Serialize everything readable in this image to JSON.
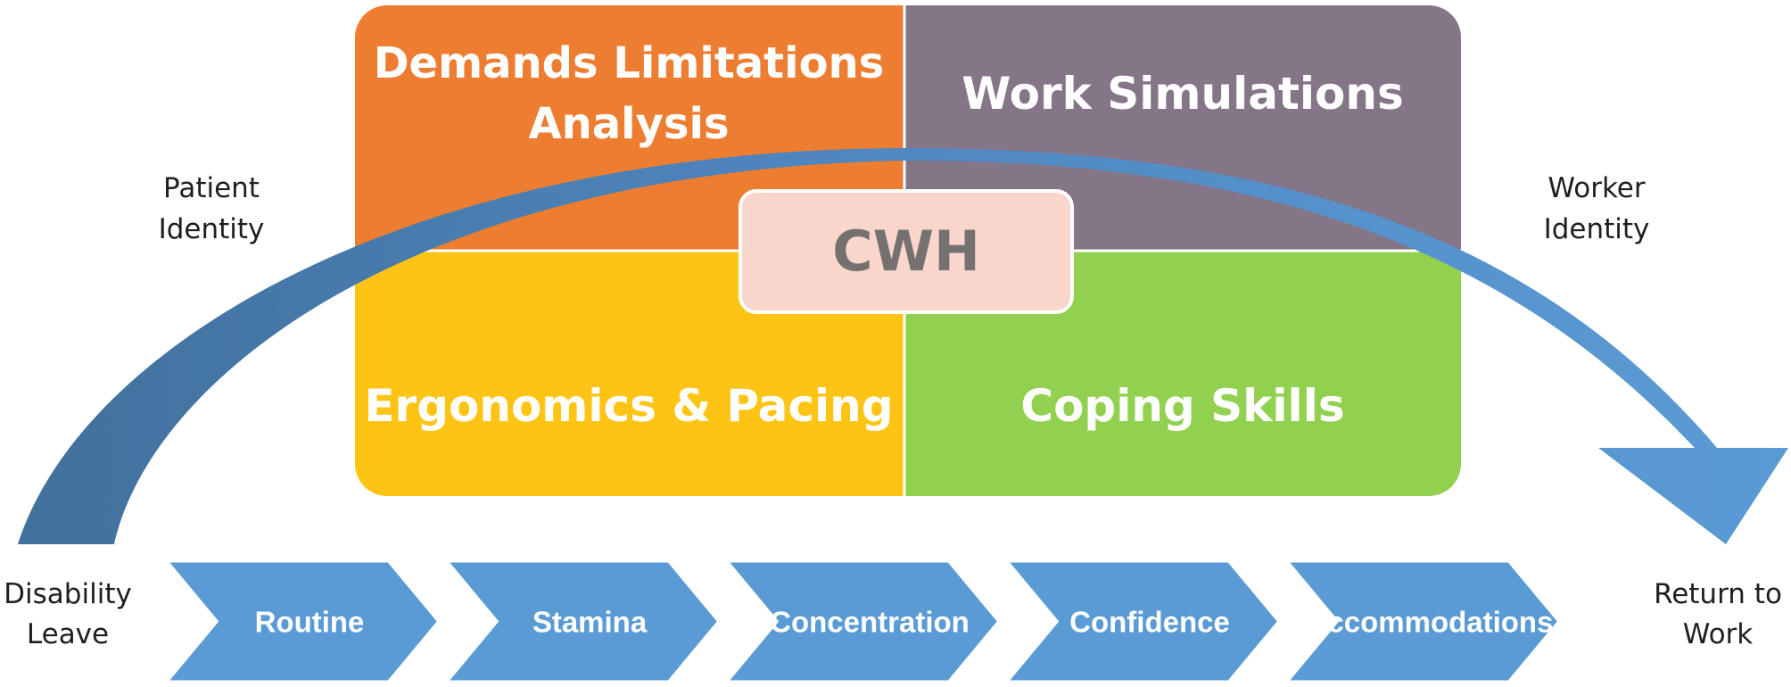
{
  "quadrants": {
    "top_left": {
      "line1": "Demands Limitations",
      "line2": "Analysis",
      "color": "#ED7D31"
    },
    "top_right": {
      "label": "Work Simulations",
      "color": "#847587"
    },
    "bottom_left": {
      "label": "Ergonomics & Pacing",
      "color": "#FDC415"
    },
    "bottom_right": {
      "label": "Coping Skills",
      "color": "#92D050"
    }
  },
  "center": {
    "label": "CWH",
    "fill": "#F8D6CC",
    "text_color": "#767171"
  },
  "identity": {
    "left": {
      "line1": "Patient",
      "line2": "Identity"
    },
    "right": {
      "line1": "Worker",
      "line2": "Identity"
    }
  },
  "endpoints": {
    "start": {
      "line1": "Disability",
      "line2": "Leave"
    },
    "end": {
      "line1": "Return to",
      "line2": "Work"
    }
  },
  "steps": [
    "Routine",
    "Stamina",
    "Concentration",
    "Confidence",
    "Accommodations"
  ],
  "colors": {
    "arrow_blue": "#5B9BD5",
    "arrow_dark": "#41719C",
    "chevron": "#5B9BD5"
  }
}
